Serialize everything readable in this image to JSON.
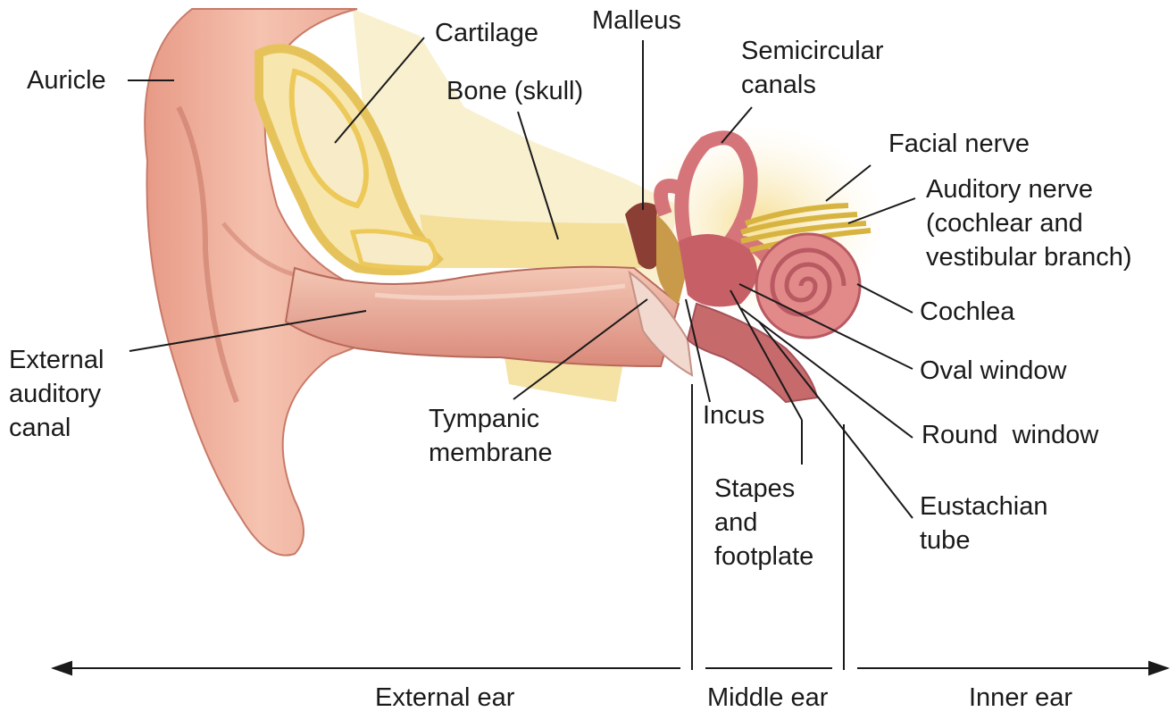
{
  "labels": {
    "auricle": "Auricle",
    "cartilage": "Cartilage",
    "malleus": "Malleus",
    "semicircular": [
      "Semicircular",
      "canals"
    ],
    "bone": "Bone (skull)",
    "facial_nerve": "Facial nerve",
    "auditory_nerve": [
      "Auditory nerve",
      "(cochlear and",
      "vestibular branch)"
    ],
    "cochlea": "Cochlea",
    "external_canal": [
      "External",
      "auditory",
      "canal"
    ],
    "oval_window": "Oval window",
    "tympanic": [
      "Tympanic",
      "membrane"
    ],
    "incus": "Incus",
    "round_window": "Round  window",
    "stapes": [
      "Stapes",
      "and",
      "footplate"
    ],
    "eustachian": [
      "Eustachian",
      "tube"
    ]
  },
  "regions": {
    "external": "External ear",
    "middle": "Middle ear",
    "inner": "Inner ear"
  },
  "colors": {
    "skin": "#f2b9a3",
    "skin_dark": "#d98877",
    "cartilage": "#f5e08a",
    "bone": "#f3e6b0",
    "inner": "#d66a6e",
    "nerve": "#e7c95a",
    "line": "#1a1a1a"
  }
}
